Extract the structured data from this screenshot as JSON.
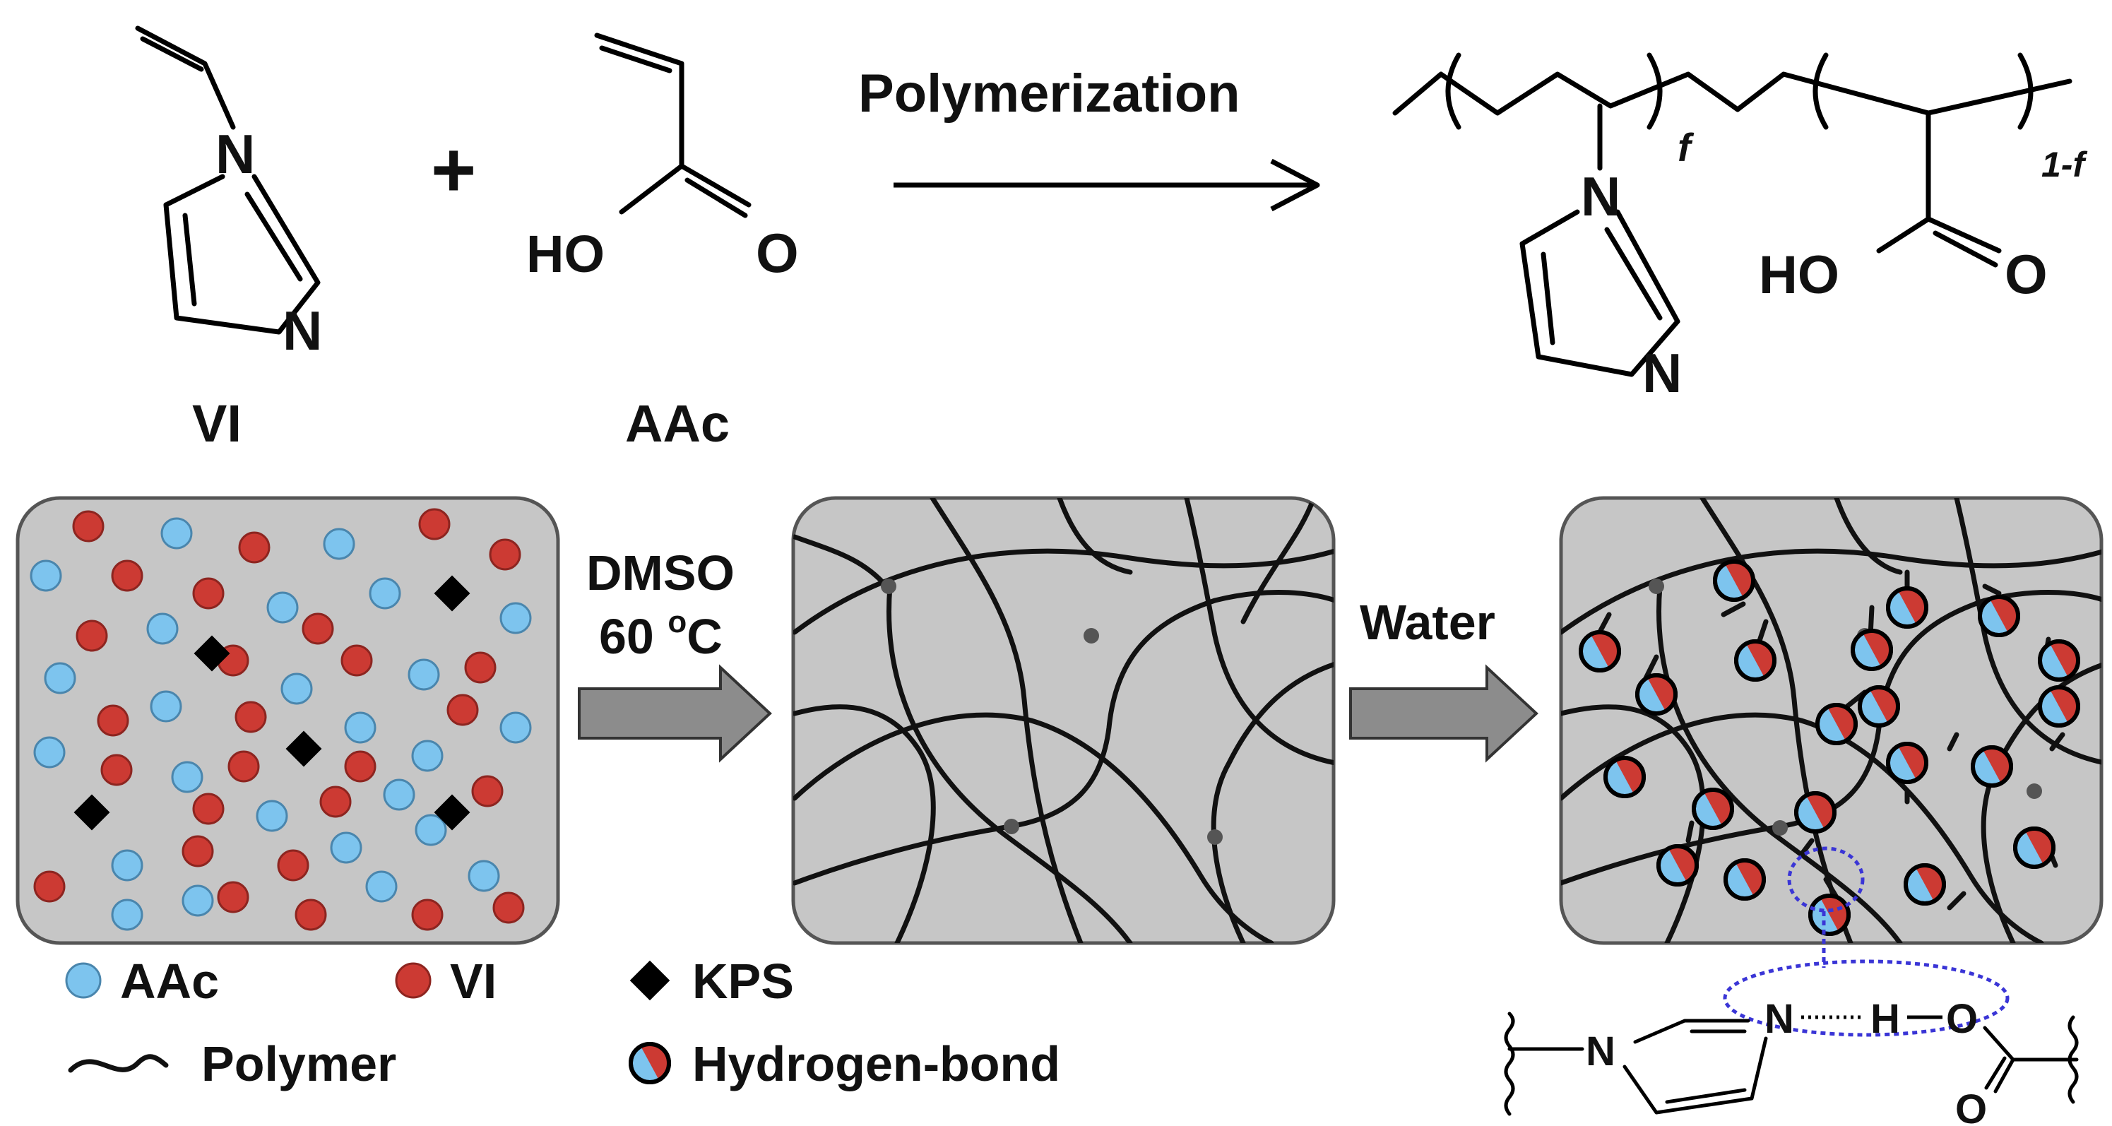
{
  "labels": {
    "monomer1": "VI",
    "monomer2": "AAc",
    "plus": "+",
    "reaction": "Polymerization",
    "step1_line1": "DMSO",
    "step1_line2_num": "60 ",
    "step1_line2_sup": "o",
    "step1_line2_unit": "C",
    "step2": "Water",
    "sub_f": "f",
    "sub_1f": "1-f"
  },
  "atoms": {
    "N": "N",
    "O": "O",
    "HO": "HO",
    "H": "H"
  },
  "legend": {
    "aac": "AAc",
    "vi": "VI",
    "kps": "KPS",
    "polymer": "Polymer",
    "hbond": "Hydrogen-bond"
  },
  "colors": {
    "aac": "#7dc4ee",
    "vi": "#cc3a33",
    "kps": "#000000",
    "panel": "#c6c6c6",
    "arrow": "#8c8c8c",
    "highlight": "#3a35d6"
  }
}
